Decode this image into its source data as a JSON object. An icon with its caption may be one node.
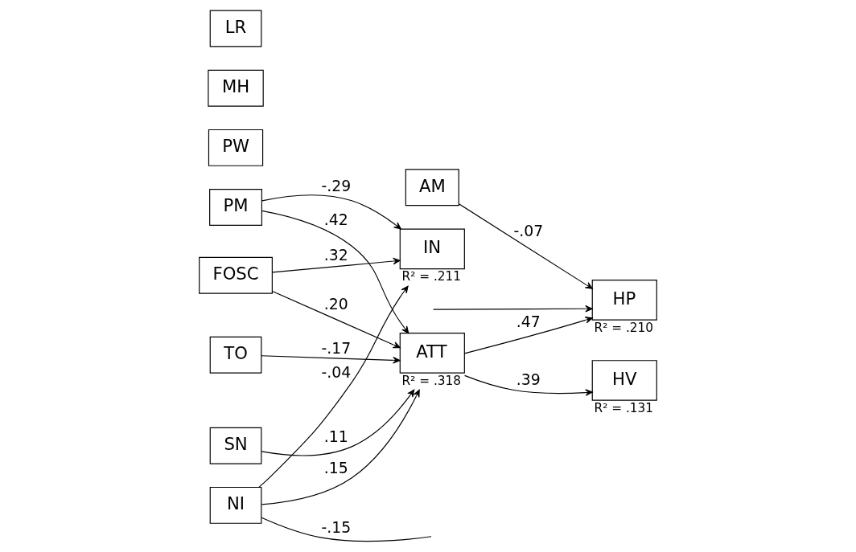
{
  "diagram": {
    "nodes": [
      {
        "text": [
          "PM"
        ]
      },
      {
        "text": [
          "PW"
        ]
      },
      {
        "text": [
          "AM"
        ]
      },
      {
        "text": [
          "FOSC"
        ]
      },
      {
        "text": [
          "TO"
        ]
      },
      {
        "text": [
          "MH"
        ]
      },
      {
        "text": [
          "SN"
        ]
      },
      {
        "text": [
          "NI"
        ]
      },
      {
        "text": [
          "LR"
        ]
      },
      {
        "text": [
          "ATT"
        ],
        "beside": [
          "R² = .318"
        ]
      },
      {
        "text": [
          "IN"
        ],
        "beside": [
          "R² = .211"
        ]
      },
      {
        "text": [
          "HP"
        ],
        "beside": [
          "R² = .210"
        ]
      },
      {
        "text": [
          "HV"
        ],
        "beside": [
          "R² = .131"
        ]
      }
    ],
    "edges": [
      {
        "from": 0,
        "to": 9,
        "arrow": "to",
        "label": ".42"
      },
      {
        "from": 0,
        "to": 10,
        "arrow": "to",
        "label": "-.29"
      },
      {
        "from": 2,
        "to": 11,
        "arrow": "to",
        "label": "-.07"
      },
      {
        "from": 3,
        "to": 9,
        "arrow": "to",
        "label": ".20"
      },
      {
        "from": 3,
        "to": 10,
        "arrow": "to",
        "label": ".32"
      },
      {
        "from": 4,
        "to": 9,
        "arrow": "to",
        "label": "-.17"
      },
      {
        "from": 6,
        "to": 9,
        "arrow": "to",
        "label": ".11"
      },
      {
        "from": 7,
        "to": 9,
        "arrow": "to",
        "label": ".15"
      },
      {
        "from": 7,
        "to": 10,
        "arrow": "to",
        "label": "-.04"
      },
      {
        "from": 9,
        "to": 11,
        "arrow": "to",
        "label": ".47"
      },
      {
        "from": 9,
        "to": 12,
        "arrow": "to",
        "label": ".39"
      },
      {
        "from": 7,
        "to": null,
        "arrow": "none",
        "label": "-.15"
      },
      {
        "from": null,
        "to": 11,
        "arrow": "to"
      }
    ]
  }
}
